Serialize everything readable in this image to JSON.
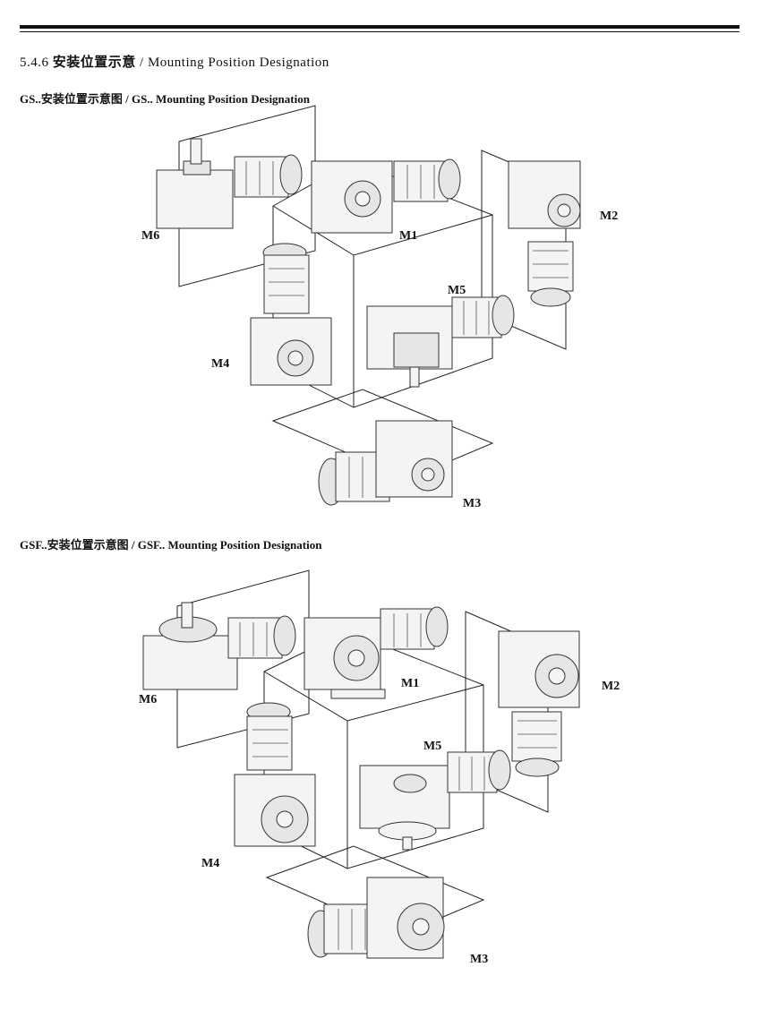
{
  "section": {
    "number": "5.4.6",
    "title_cn": "安装位置示意",
    "separator": "/",
    "title_en": "Mounting Position Designation"
  },
  "diagram_gs": {
    "title": "GS..安装位置示意图 / GS.. Mounting Position Designation",
    "labels": {
      "m1": "M1",
      "m2": "M2",
      "m3": "M3",
      "m4": "M4",
      "m5": "M5",
      "m6": "M6"
    }
  },
  "diagram_gsf": {
    "title": "GSF..安装位置示意图 / GSF.. Mounting Position Designation",
    "labels": {
      "m1": "M1",
      "m2": "M2",
      "m3": "M3",
      "m4": "M4",
      "m5": "M5",
      "m6": "M6"
    }
  }
}
